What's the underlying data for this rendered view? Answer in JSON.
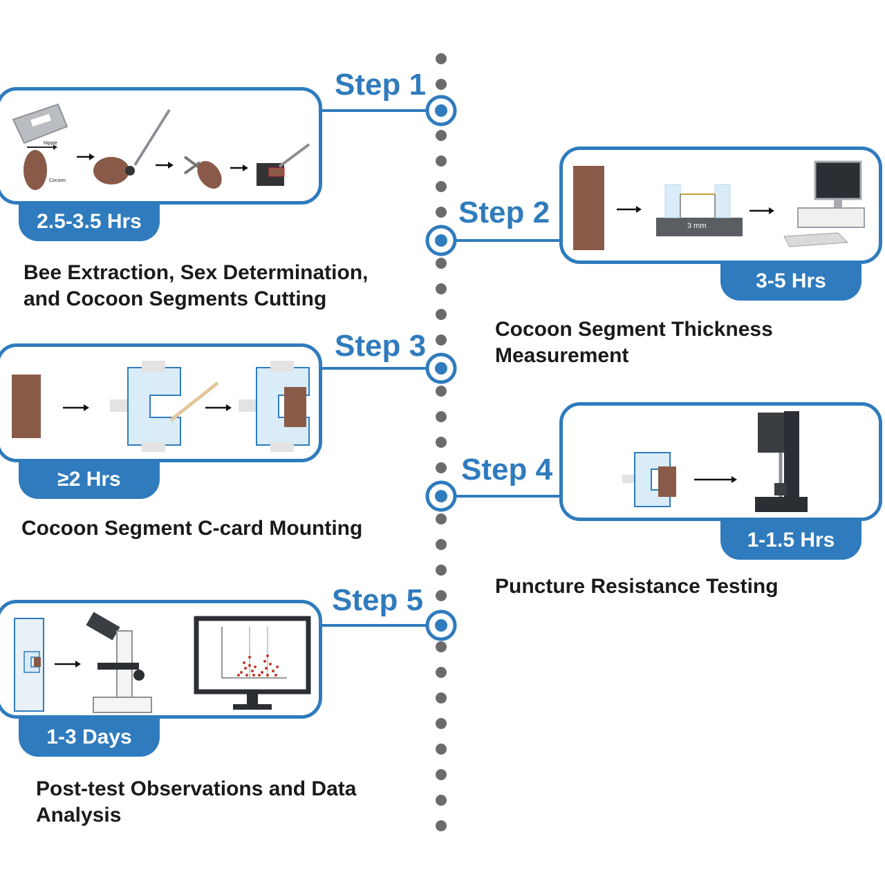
{
  "colors": {
    "accent": "#2f7bbd",
    "dot": "#6b6b6b",
    "cocoon": "#8a5a48",
    "card": "#d9ecf8",
    "text": "#1a1a1a"
  },
  "steps": [
    {
      "title": "Step 1",
      "duration": "2.5-3.5 Hrs",
      "description_lines": [
        "Bee Extraction, Sex Determination,",
        "and Cocoon Segments Cutting"
      ],
      "labels": {
        "nipple": "Nipple",
        "cocoon": "Cocoon"
      },
      "icons": [
        "razor-blade-icon",
        "cocoon-icon",
        "tweezers-icon",
        "cocoon-with-bee-icon",
        "scissors-icon",
        "cutting-box-icon"
      ]
    },
    {
      "title": "Step 2",
      "duration": "3-5 Hrs",
      "description_lines": [
        "Cocoon Segment Thickness",
        "Measurement"
      ],
      "labels": {
        "gauge": "3 mm"
      },
      "icons": [
        "cocoon-segment-icon",
        "thickness-gauge-icon",
        "computer-icon"
      ]
    },
    {
      "title": "Step 3",
      "duration": "≥2 Hrs",
      "description_lines": [
        "Cocoon Segment C-card Mounting"
      ],
      "icons": [
        "cocoon-segment-icon",
        "c-card-icon",
        "applicator-stick-icon",
        "mounted-c-card-icon"
      ]
    },
    {
      "title": "Step 4",
      "duration": "1-1.5 Hrs",
      "description_lines": [
        "Puncture Resistance Testing"
      ],
      "icons": [
        "mounted-c-card-icon",
        "puncture-tester-icon"
      ]
    },
    {
      "title": "Step 5",
      "duration": "1-3 Days",
      "description_lines": [
        "Post-test Observations and Data",
        "Analysis"
      ],
      "icons": [
        "slide-with-card-icon",
        "microscope-icon",
        "data-monitor-icon"
      ]
    }
  ]
}
